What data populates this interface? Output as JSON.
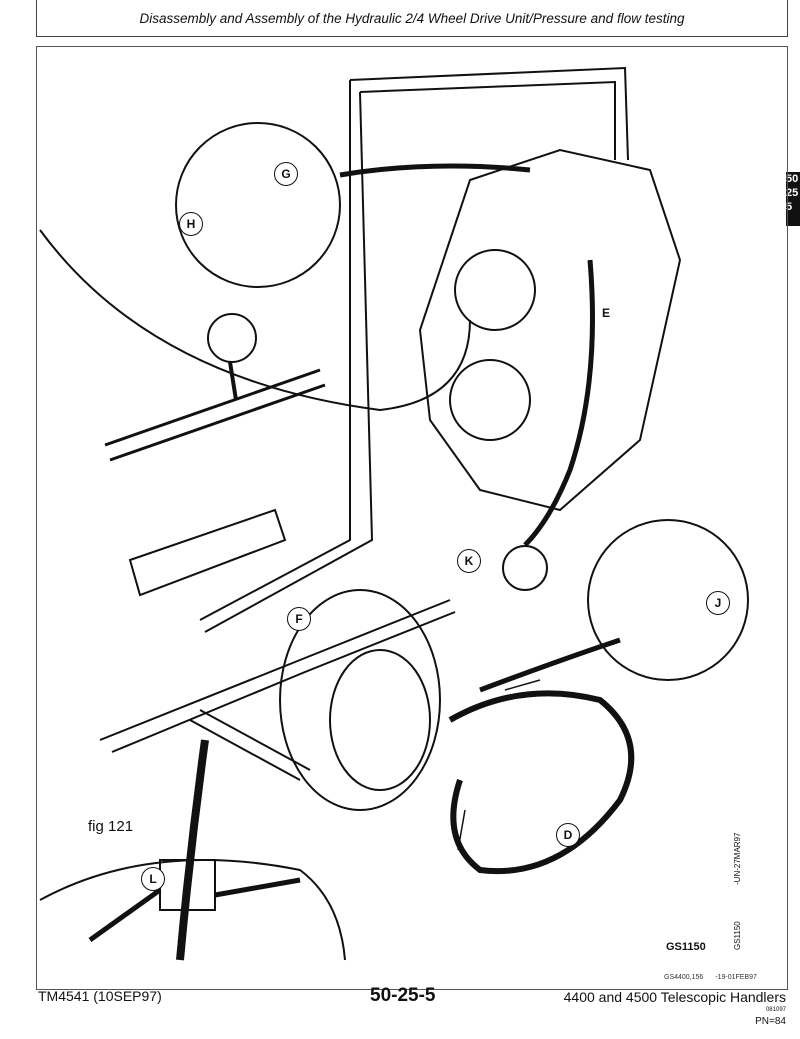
{
  "header": {
    "title": "Disassembly and Assembly of the Hydraulic 2/4 Wheel Drive Unit/Pressure and flow testing"
  },
  "section_tab": {
    "lines": [
      "50",
      "25",
      "5"
    ]
  },
  "figure": {
    "label": "fig 121",
    "callouts": [
      "G",
      "H",
      "K",
      "F",
      "E",
      "J",
      "D",
      "L"
    ],
    "image_code": "GS1150",
    "vertical_codes": [
      "-UN-27MAR97",
      "GS1150"
    ],
    "ref_line": "GS4400,156 -19-01FEB97"
  },
  "footer": {
    "manual": "TM4541 (10SEP97)",
    "page": "50-25-5",
    "product": "4400 and 4500 Telescopic Handlers",
    "small_code": "081097",
    "pn": "PN=84"
  }
}
